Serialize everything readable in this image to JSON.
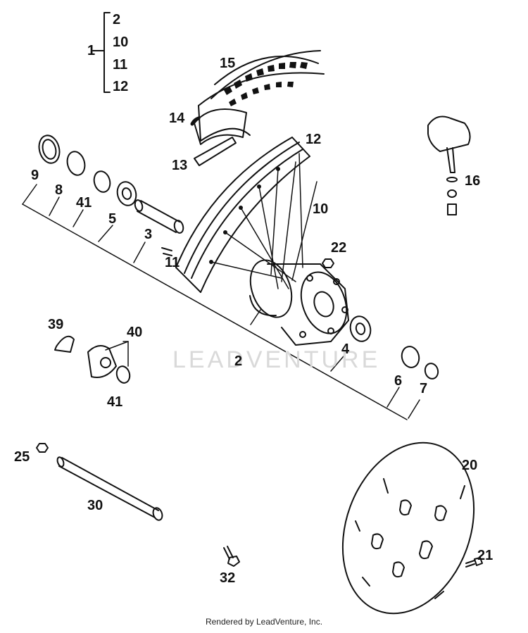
{
  "watermark": "LEADVENTURE",
  "credit": "Rendered by LeadVenture, Inc.",
  "kit": {
    "label": "1",
    "items": [
      "2",
      "10",
      "11",
      "12"
    ]
  },
  "callouts": {
    "p15": "15",
    "p14": "14",
    "p13": "13",
    "p12": "12",
    "p10": "10",
    "p16": "16",
    "p9": "9",
    "p8": "8",
    "p41a": "41",
    "p5": "5",
    "p3": "3",
    "p11": "11",
    "p22": "22",
    "p39": "39",
    "p40": "40",
    "p41b": "41",
    "p2": "2",
    "p4": "4",
    "p6": "6",
    "p7": "7",
    "p25": "25",
    "p30": "30",
    "p20": "20",
    "p21": "21",
    "p32": "32"
  }
}
